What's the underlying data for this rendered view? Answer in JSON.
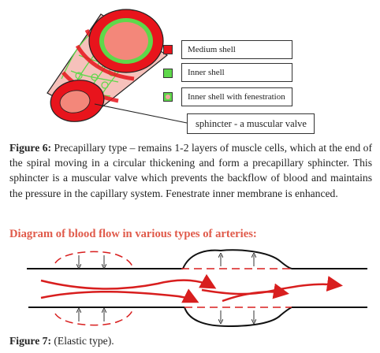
{
  "figure6": {
    "legend": [
      {
        "label": "Medium shell",
        "swatch_fill": "#e8141c",
        "swatch_border": "#333333"
      },
      {
        "label": "Inner shell",
        "swatch_fill": "#5ed84a",
        "swatch_border": "#333333"
      },
      {
        "label": "Inner shell with fenestration",
        "swatch_fill": "#f2a7a0",
        "swatch_ring": "#5ed84a"
      }
    ],
    "callout": "sphincter - a muscular valve",
    "caption_label": "Figure 6:",
    "caption_text": " Precapillary type – remains 1-2 layers of muscle cells, which at the end of the spiral moving in a circular thickening and form a precapillary sphincter. This sphincter is a muscular valve which prevents the backflow of blood and maintains the pressure in the capillary system. Fenestrate inner membrane is enhanced."
  },
  "section_title": "Diagram of blood flow in various types of arteries:",
  "figure7": {
    "caption_label": "Figure 7:",
    "caption_text": " (Elastic type)."
  },
  "colors": {
    "medium_shell": "#e8141c",
    "inner_shell": "#5ed84a",
    "vessel_wall": "#f2a7a0",
    "flow_arrow": "#d81e1e",
    "section_title": "#e05a4a"
  }
}
